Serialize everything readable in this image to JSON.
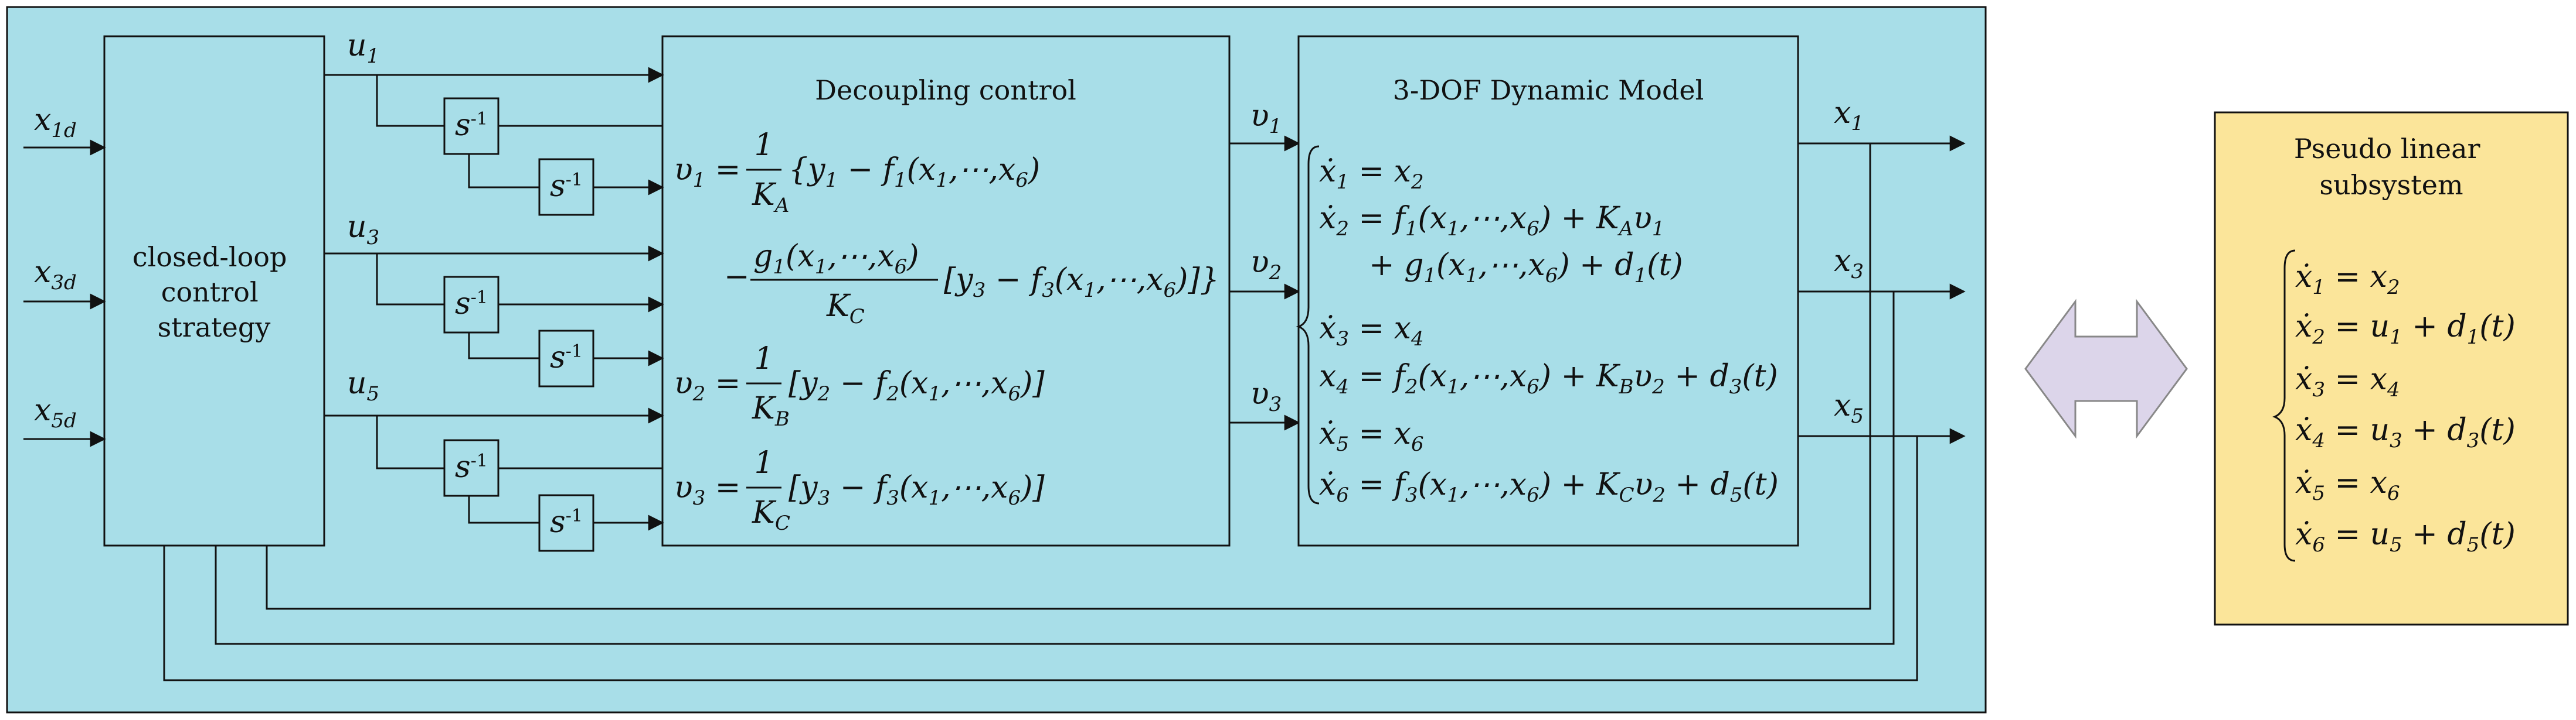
{
  "colors": {
    "panel": "#A8DEE8",
    "block": "#A8DEE8",
    "subsystem": "#FBE59A",
    "double_arrow": "#DCD5EA",
    "line": "#111111"
  },
  "inputs": [
    "x1d",
    "x3d",
    "x5d"
  ],
  "strategy": {
    "lines": [
      "closed-loop",
      "control",
      "strategy"
    ]
  },
  "controls": [
    "u1",
    "u3",
    "u5"
  ],
  "integrator_label": "s^-1",
  "decoupling": {
    "title": "Decoupling control",
    "eq1_line1": "υ1 = (1/KA){y1 − f1(x1,⋯,x6)",
    "eq1_line2": "− (g1(x1,⋯,x6)/KC)[y3 − f3(x1,⋯,x6)]}",
    "eq2": "υ2 = (1/KB)[y2 − f2(x1,⋯,x6)]",
    "eq3": "υ3 = (1/KC)[y3 − f3(x1,⋯,x6)]"
  },
  "virtual_inputs": [
    "υ1",
    "υ2",
    "υ3"
  ],
  "dynamic_model": {
    "title": "3-DOF Dynamic Model",
    "equations": [
      "ẋ1 = x2",
      "ẋ2 = f1(x1,⋯,x6) + KAυ1",
      "+ g1(x1,⋯,x6) + d1(t)",
      "ẋ3 = x4",
      "x4 = f2(x1,⋯,x6) + KBυ2 + d3(t)",
      "ẋ5 = x6",
      "ẋ6 = f3(x1,⋯,x6) + KCυ2 + d5(t)"
    ]
  },
  "outputs": [
    "x1",
    "x3",
    "x5"
  ],
  "subsystem": {
    "title_lines": [
      "Pseudo linear",
      "subsystem"
    ],
    "equations": [
      "ẋ1 = x2",
      "ẋ2 = u1 + d1(t)",
      "ẋ3 = x4",
      "ẋ4 = u3 + d3(t)",
      "ẋ5 = x6",
      "ẋ6 = u5 + d5(t)"
    ]
  }
}
